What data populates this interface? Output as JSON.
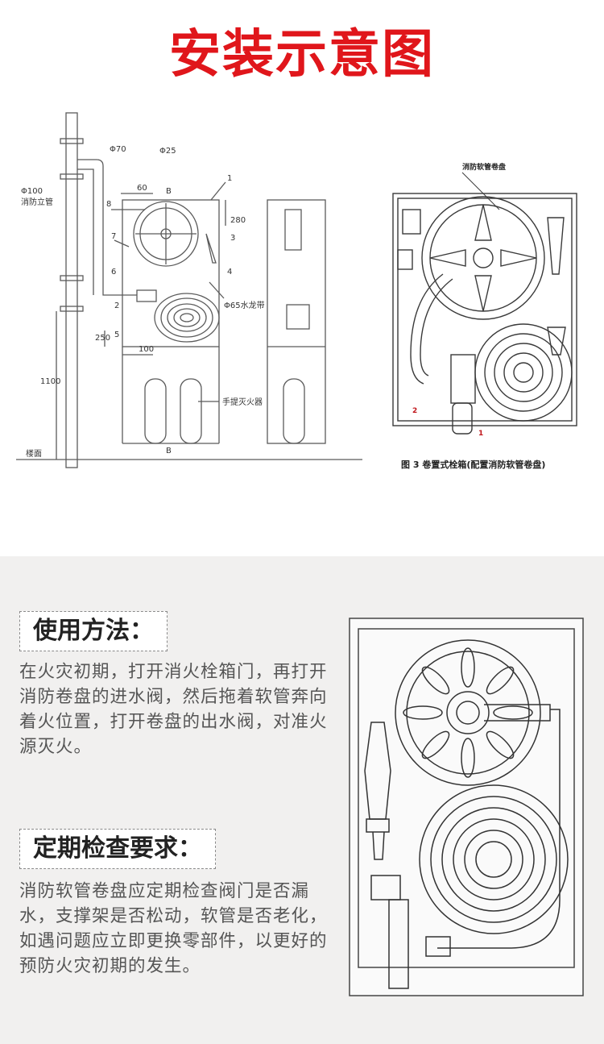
{
  "title": "安装示意图",
  "diagram_left": {
    "labels": {
      "phi70": "Φ70",
      "phi25": "Φ25",
      "dim60": "60",
      "sectionB_top": "B",
      "sectionB_bottom": "B",
      "n1": "1",
      "n2": "2",
      "n3": "3",
      "n4": "4",
      "n5": "5",
      "n6": "6",
      "n7": "7",
      "n8": "8",
      "dim280": "280",
      "dim250": "250",
      "dim100": "100",
      "dim1100": "1100",
      "standpipe_1": "Φ100",
      "standpipe_2": "消防立管",
      "hose65": "Φ65水龙带",
      "extinguisher": "手提灭火器",
      "floor": "楼面"
    }
  },
  "diagram_right": {
    "reel_label": "消防软管卷盘",
    "n1": "1",
    "n2": "2",
    "caption": "图 3   卷置式栓箱(配置消防软管卷盘)"
  },
  "usage": {
    "heading": "使用方法：",
    "text": "在火灾初期，打开消火栓箱门，再打开消防卷盘的进水阀，然后拖着软管奔向着火位置，打开卷盘的出水阀，对准火源灭火。"
  },
  "inspection": {
    "heading": "定期检查要求：",
    "text": "消防软管卷盘应定期检查阀门是否漏水，支撑架是否松动，软管是否老化，如遇问题应立即更换零部件，以更好的预防火灾初期的发生。"
  },
  "colors": {
    "title_red": "#e0161b",
    "line_gray": "#5a5a5a",
    "bottom_bg": "#f1f0ef"
  }
}
